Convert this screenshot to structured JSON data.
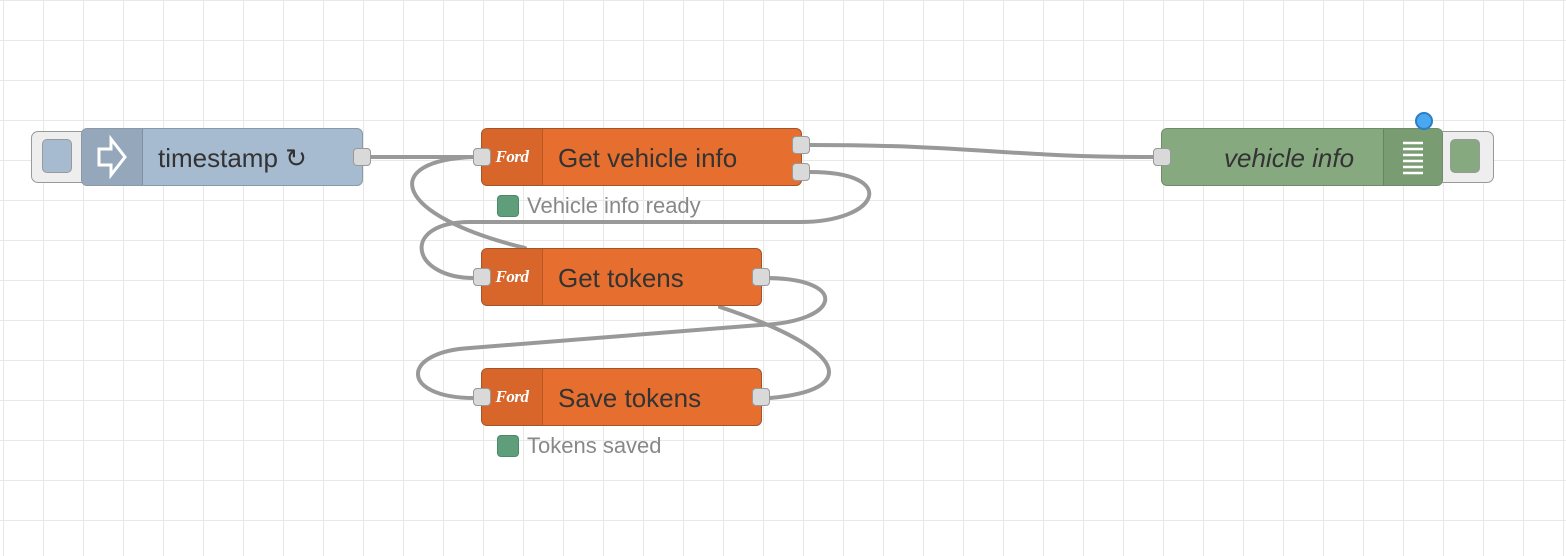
{
  "nodes": {
    "inject": {
      "label": "timestamp ↻",
      "color": "#a6bbcf"
    },
    "get_vehicle_info": {
      "label": "Get vehicle info",
      "status": "Vehicle info ready"
    },
    "get_tokens": {
      "label": "Get tokens"
    },
    "save_tokens": {
      "label": "Save tokens",
      "status": "Tokens saved"
    },
    "debug": {
      "label": "vehicle info",
      "color": "#87a980"
    }
  },
  "icons": {
    "inject": "arrow-right-icon",
    "ford": "ford-logo-icon",
    "debug": "list-icon"
  },
  "logo_text": "Ford",
  "colors": {
    "ford_node": "#e66f2f",
    "status_ok": "#5e9e7a",
    "changed_marker": "#4aa8f0"
  }
}
